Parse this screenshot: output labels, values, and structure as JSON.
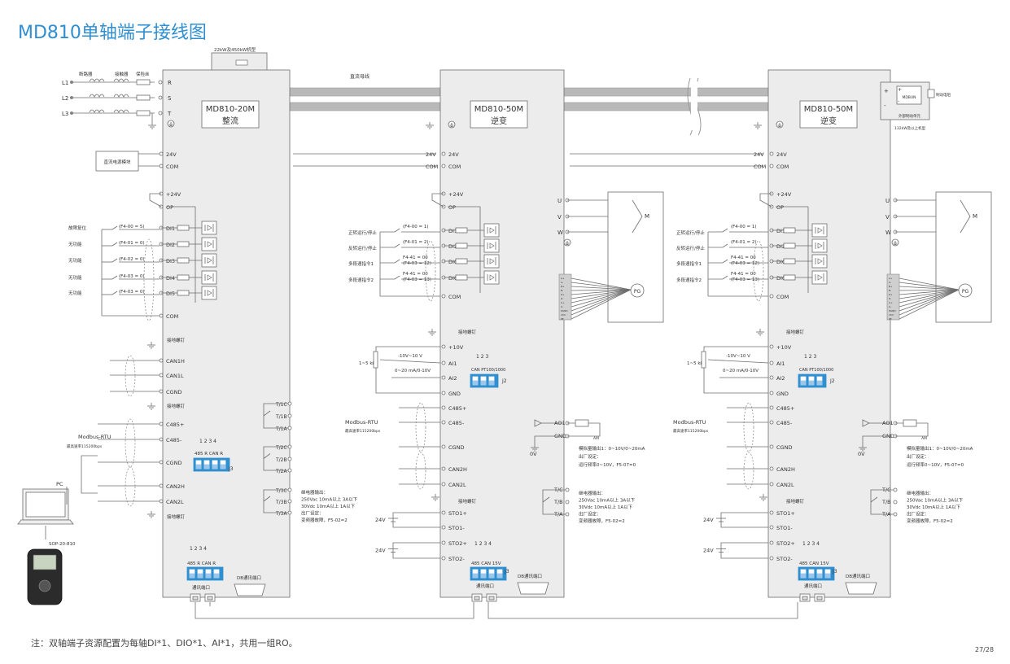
{
  "title": "MD810单轴端子接线图",
  "footnote": "注：双轴端子资源配置为每轴DI*1、DIO*1、AI*1，共用一组RO。",
  "page_number": "27/28",
  "top_option_label": "22kW及450kW机型",
  "brake_unit_label": "外部制动单元",
  "brake_unit_module": "MDBUN",
  "brake_resistor_label": "制动电阻",
  "brake_unit_option": "132kW及以上机型",
  "bus_label": "直流母线",
  "input_labels": {
    "breaker": "断路器",
    "contactor": "接触器",
    "fuse": "保险丝"
  },
  "phases": [
    "L1",
    "L2",
    "L3"
  ],
  "rst": [
    "R",
    "S",
    "T"
  ],
  "dc_supply": "直流电源模块",
  "pc_label": "PC",
  "keypad_label": "SOP-20-810",
  "modbus_label": "Modbus-RTU",
  "modbus_baud": "最高速率115200bps",
  "shield_label": "接地螺钉",
  "comm_port": "通讯端口",
  "db_port": "DB通讯端口",
  "drives": [
    {
      "model": "MD810-20M",
      "type": "整流"
    },
    {
      "model": "MD810-50M",
      "type": "逆变"
    },
    {
      "model": "MD810-50M",
      "type": "逆变"
    }
  ],
  "rect_terminals": [
    "24V",
    "COM",
    "+24V",
    "OP",
    "DI1",
    "DI2",
    "DI3",
    "DI4",
    "DI5",
    "COM",
    "CAN1H",
    "CAN1L",
    "CGND",
    "C485+",
    "C485-",
    "CGND",
    "CAN2H",
    "CAN2L"
  ],
  "rect_di_labels": [
    {
      "name": "故障复位",
      "param": "(F4-00 = 5)"
    },
    {
      "name": "无功能",
      "param": "(F4-01 = 0)"
    },
    {
      "name": "无功能",
      "param": "(F4-02 = 0)"
    },
    {
      "name": "无功能",
      "param": "(F4-03 = 0)"
    },
    {
      "name": "无功能",
      "param": "(F4-03 = 0)"
    }
  ],
  "inv_terminals": [
    "24V",
    "COM",
    "+24V",
    "OP",
    "DI1",
    "DI2",
    "DIO1",
    "DIO2",
    "COM",
    "+10V",
    "AI1",
    "AI2",
    "GND",
    "C485+",
    "C485-",
    "CGND",
    "CAN2H",
    "CAN2L",
    "STO1+",
    "STO1-",
    "STO2+",
    "STO2-"
  ],
  "inv_di_labels": [
    {
      "name": "正转运行/停止",
      "param": "(F4-00 = 1)"
    },
    {
      "name": "反转运行/停止",
      "param": "(F4-01 = 2)"
    },
    {
      "name": "多段速指令1",
      "param": "F4-41 = 00\n(F4-03 = 12)"
    },
    {
      "name": "多段速指令2",
      "param": "F4-41 = 00\n(F4-03 = 13)"
    }
  ],
  "relay_terminals": [
    "T/1C",
    "T/1B",
    "T/1A",
    "T/2C",
    "T/2B",
    "T/2A",
    "T/3C",
    "T/3B",
    "T/3A"
  ],
  "inv_relay_terminals": [
    "T/C",
    "T/B",
    "T/A"
  ],
  "relay_note": [
    "继电器输出：",
    "250Vac 10mA以上 3A以下",
    "30Vdc 10mA以上 1A以下",
    "出厂设定：",
    "变频器故障，F5-02=2"
  ],
  "motor_terminals": [
    "U",
    "V",
    "W"
  ],
  "motor_label": "M",
  "pg_label": "PG",
  "ao_terminals": [
    "AO1",
    "GND"
  ],
  "ao_note": [
    "模拟量输出1：0~10V/0~20mA",
    "出厂设定：",
    "运行频率0~10V，F5-07=0"
  ],
  "ao_zero": "0V",
  "ai_notes": {
    "pot": "1~5 kΩ",
    "range1": "-10V~10 V",
    "range2": "0~20 mA/0-10V"
  },
  "switch_j2": {
    "nums": "1  2   3",
    "labels": "CAN  PT100/1000",
    "name": "J2"
  },
  "switch_j3": {
    "nums": "1  2   3   4",
    "labels": "485  R CAN R",
    "name": "J3"
  },
  "switch_j3_inv": {
    "nums": "1  2   3   4",
    "labels": "485 CAN  15V",
    "name": "J3"
  },
  "sto_voltage": "24V",
  "encoder_pins": [
    "A+",
    "A-",
    "B+",
    "B-",
    "Z+",
    "Z-",
    "U+",
    "U-",
    "PGND",
    "15V",
    "PE"
  ],
  "colors": {
    "title": "#2f8fd0",
    "box": "#ececec",
    "line": "#6d6d6d",
    "bus": "#b9b9b9"
  }
}
